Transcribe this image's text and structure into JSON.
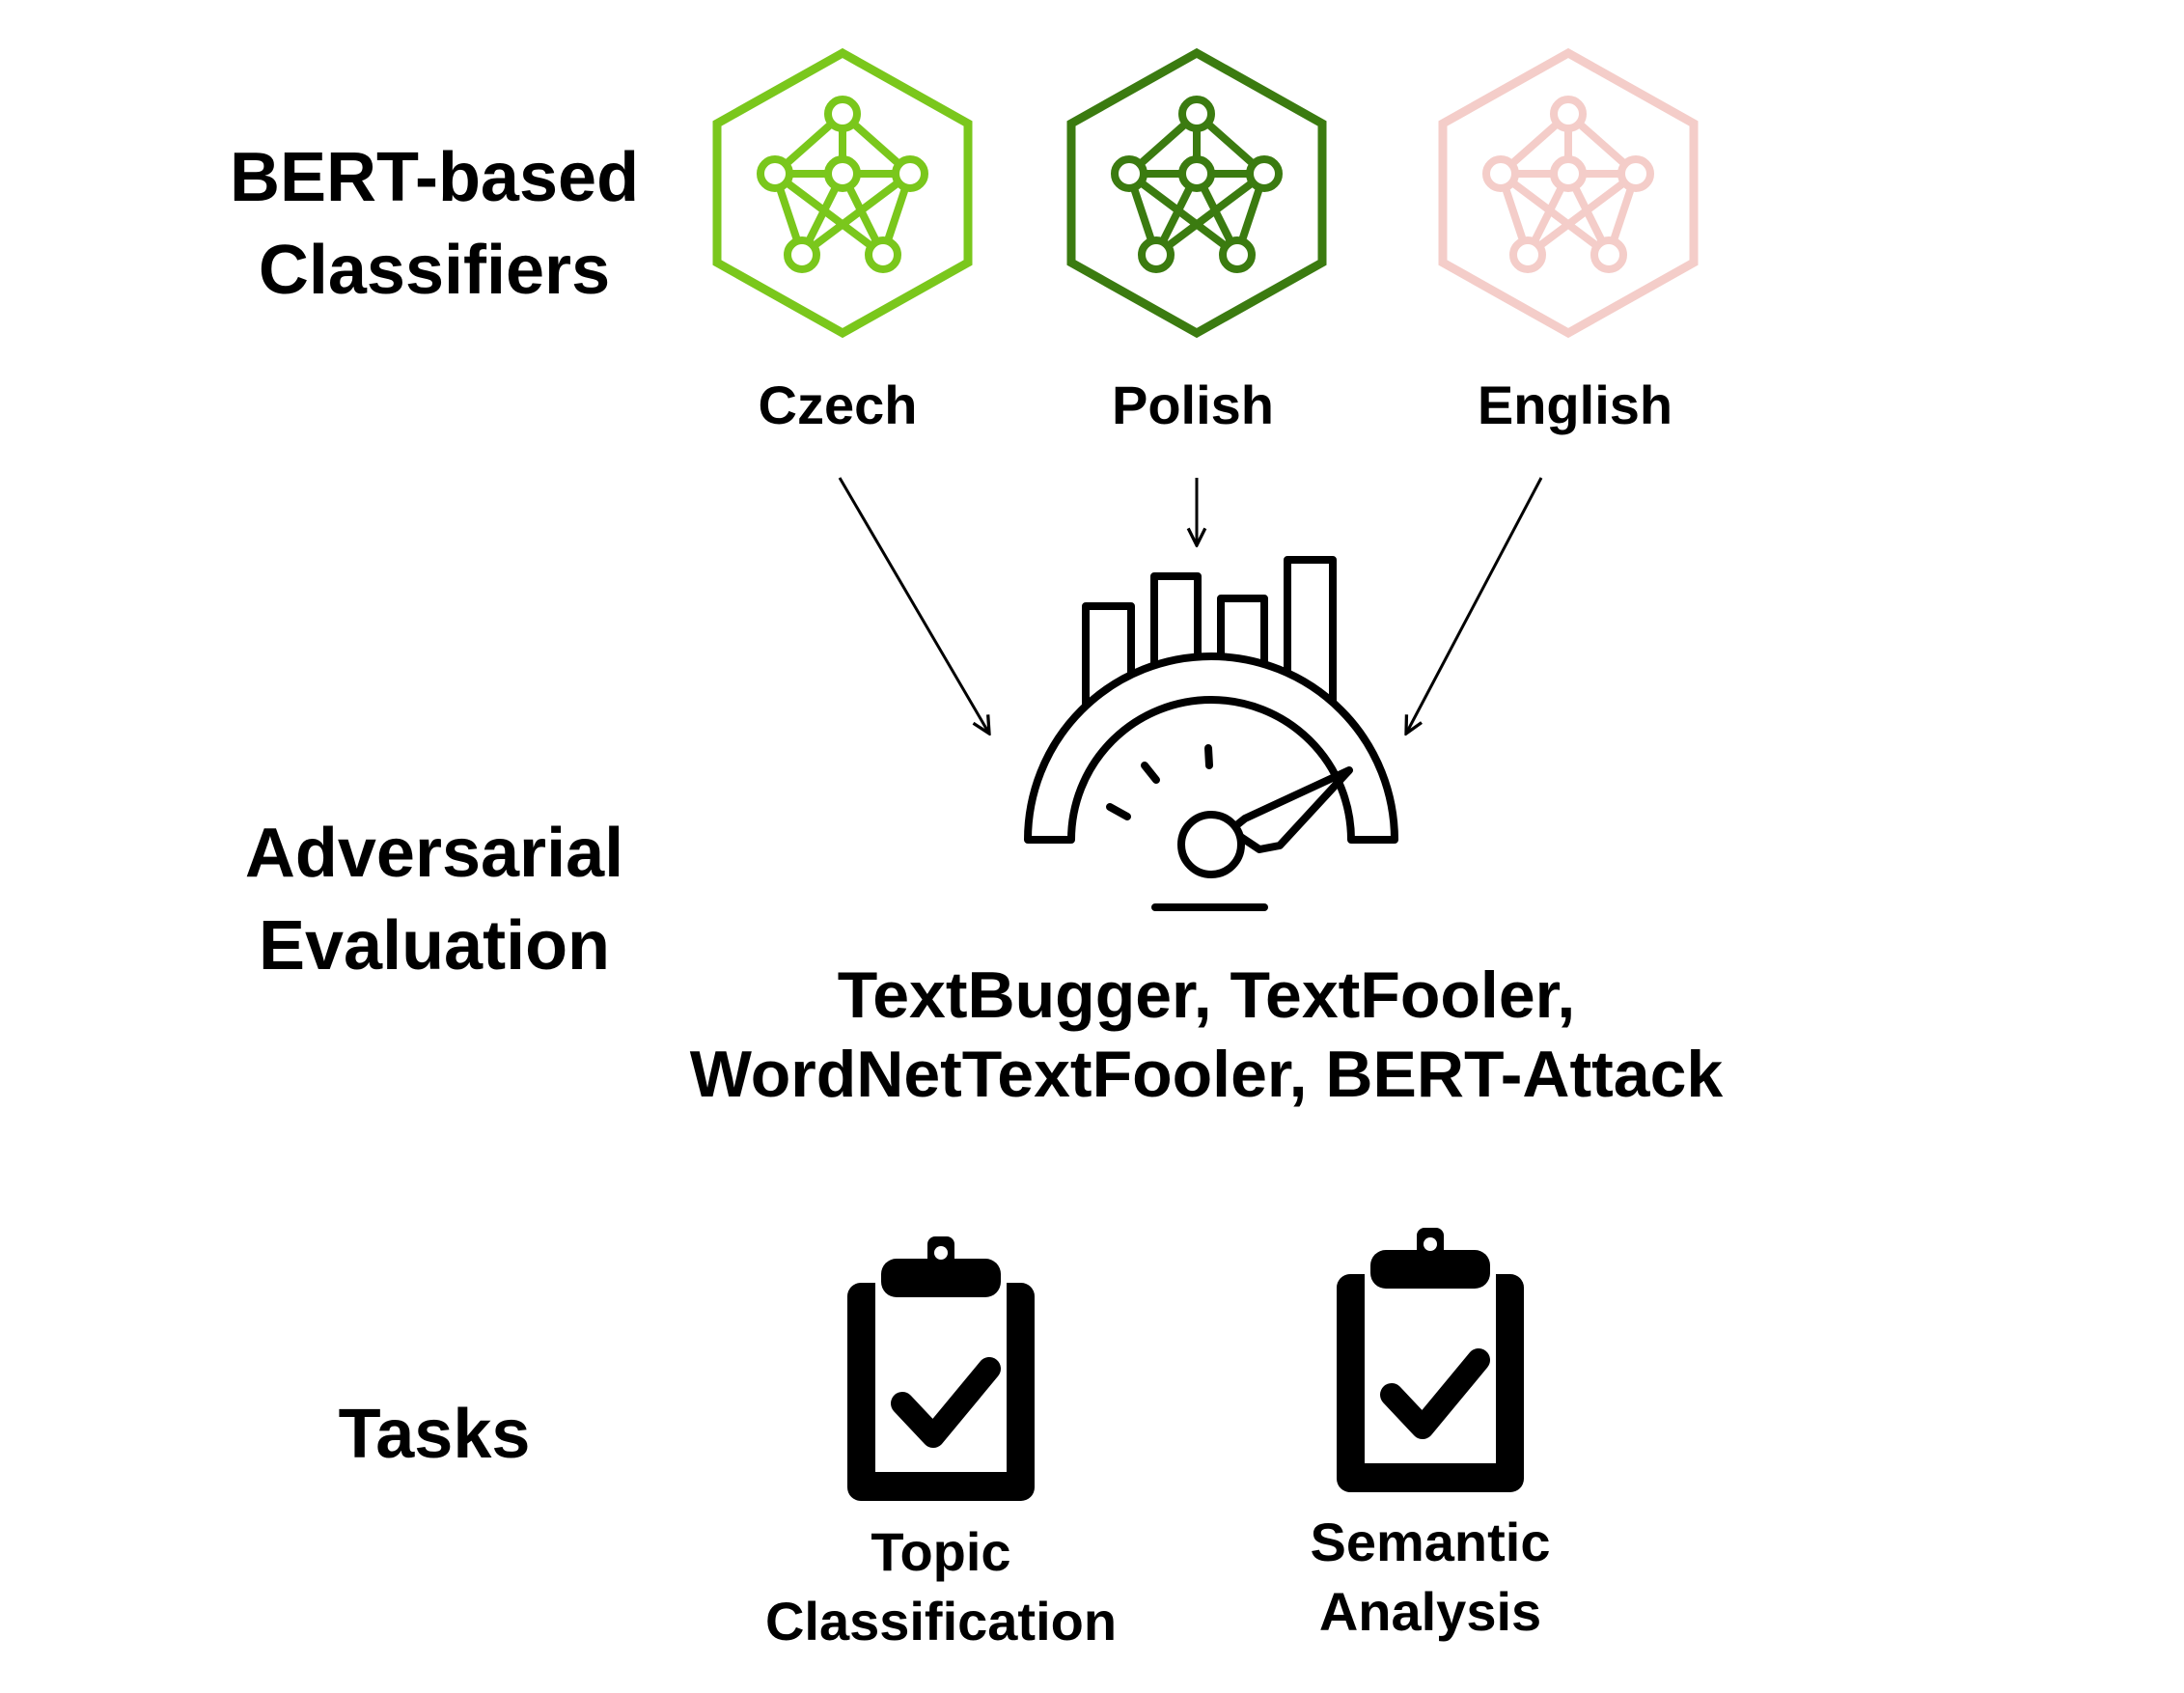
{
  "sections": {
    "classifiers": [
      "BERT-based",
      "Classifiers"
    ],
    "evaluation": [
      "Adversarial",
      "Evaluation"
    ],
    "tasks": "Tasks"
  },
  "classifiers": [
    {
      "label": "Czech",
      "color": "#7ac71c",
      "icon": "neural-network-hexagon-icon"
    },
    {
      "label": "Polish",
      "color": "#3b7b10",
      "icon": "neural-network-hexagon-icon"
    },
    {
      "label": "English",
      "color": "#f4cdc9",
      "icon": "neural-network-hexagon-icon"
    }
  ],
  "evaluation": {
    "icon": "performance-gauge-icon",
    "attacks": [
      "TextBugger, TextFooler,",
      "WordNetTextFooler, BERT-Attack"
    ]
  },
  "tasks": [
    {
      "lines": [
        "Topic",
        "Classification"
      ],
      "icon": "clipboard-check-icon"
    },
    {
      "lines": [
        "Semantic",
        "Analysis"
      ],
      "icon": "clipboard-check-icon"
    }
  ],
  "colors": {
    "ink": "#000000",
    "background": "#ffffff"
  }
}
